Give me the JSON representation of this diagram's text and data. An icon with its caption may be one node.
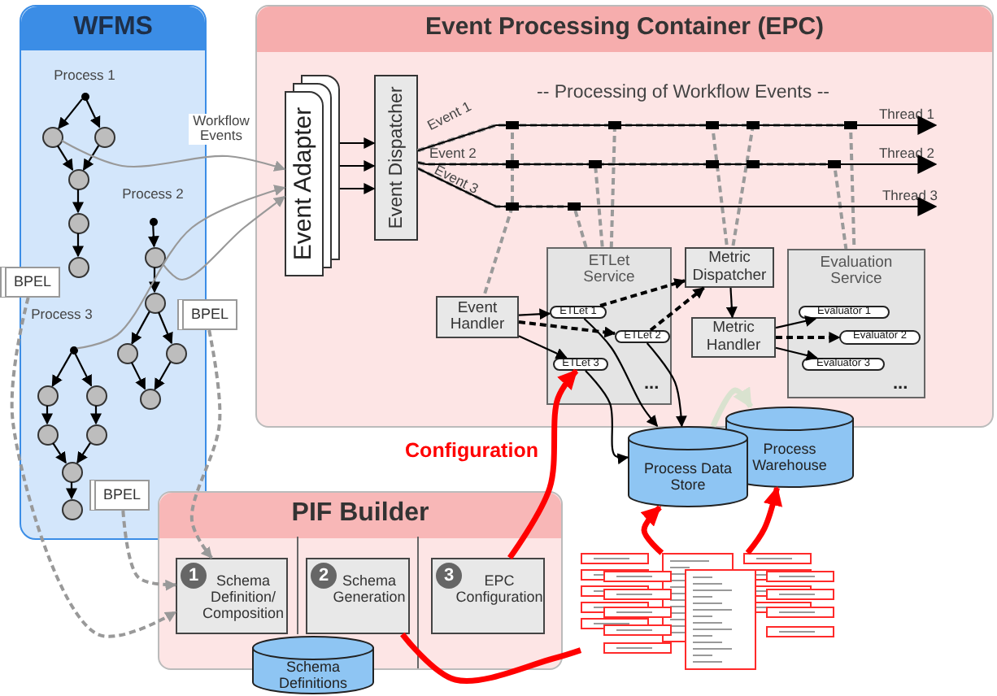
{
  "diagram": {
    "nodes": [
      {
        "text": [
          "WFMS"
        ]
      },
      {
        "text": [],
        "shape": "circle",
        "in": 0
      },
      {
        "text": [],
        "shape": "circle",
        "in": 0
      },
      {
        "text": [],
        "shape": "circle",
        "in": 0
      },
      {
        "text": [],
        "shape": "circle",
        "in": 0
      },
      {
        "text": [],
        "shape": "circle",
        "in": 0
      },
      {
        "text": [],
        "shape": "circle",
        "in": 0
      },
      {
        "text": [],
        "shape": "circle",
        "in": 0
      },
      {
        "text": [],
        "shape": "circle",
        "in": 0
      },
      {
        "text": [],
        "shape": "circle",
        "in": 0
      },
      {
        "text": [],
        "shape": "circle",
        "in": 0
      },
      {
        "text": [],
        "shape": "circle",
        "in": 0
      },
      {
        "text": [],
        "shape": "circle",
        "in": 0
      },
      {
        "text": [],
        "shape": "circle",
        "in": 0
      },
      {
        "text": [],
        "shape": "circle",
        "in": 0
      },
      {
        "text": [],
        "shape": "circle",
        "in": 0
      },
      {
        "text": [],
        "shape": "circle",
        "in": 0
      },
      {
        "text": [],
        "shape": "circle",
        "in": 0
      },
      {
        "text": [],
        "shape": "circle",
        "in": 0
      },
      {
        "text": [],
        "shape": "circle",
        "in": 0
      },
      {
        "text": [
          "BPEL"
        ]
      },
      {
        "text": [
          "BPEL"
        ]
      },
      {
        "text": [
          "BPEL"
        ],
        "in": 0
      },
      {
        "text": [
          "Event Processing Container (EPC)"
        ]
      },
      {
        "text": [
          "Event Adapter"
        ],
        "in": 23
      },
      {
        "text": [
          "Event Dispatcher"
        ],
        "in": 23
      },
      {
        "text": [
          "Event Handler"
        ],
        "in": 23
      },
      {
        "text": [
          "ETLet Service",
          "..."
        ],
        "in": 23
      },
      {
        "text": [
          "ETLet 1"
        ],
        "in": 27
      },
      {
        "text": [
          "ETLet 2"
        ],
        "in": 27
      },
      {
        "text": [
          "ETLet 3"
        ],
        "in": 27
      },
      {
        "text": [
          "Metric Dispatcher"
        ],
        "in": 23
      },
      {
        "text": [
          "Metric Handler"
        ],
        "in": 23
      },
      {
        "text": [
          "Evaluation Service",
          "..."
        ],
        "in": 23
      },
      {
        "text": [
          "Evaluator 1"
        ],
        "in": 33
      },
      {
        "text": [
          "Evaluator 2"
        ],
        "in": 33
      },
      {
        "text": [
          "Evaluator 3"
        ],
        "in": 33
      },
      {
        "text": [
          "Process Data Store"
        ]
      },
      {
        "text": [
          "Process Warehouse"
        ]
      },
      {
        "text": [
          "PIF Builder"
        ]
      },
      {
        "text": [
          "1",
          "Schema Definition/ Composition"
        ],
        "in": 39
      },
      {
        "text": [
          "2",
          "Schema Generation"
        ],
        "in": 39
      },
      {
        "text": [
          "3",
          "EPC Configuration"
        ],
        "in": 39
      },
      {
        "text": [
          "Schema Definitions"
        ]
      },
      {
        "text": [],
        "shape": "picture"
      },
      {
        "text": [
          "Thread 1"
        ],
        "in": 23
      },
      {
        "text": [
          "Thread 2"
        ],
        "in": 23
      },
      {
        "text": [
          "Thread 3"
        ],
        "in": 23
      }
    ],
    "edges": [
      {
        "from": 1,
        "to": 2,
        "arrow": "to"
      },
      {
        "from": 1,
        "to": 3,
        "arrow": "to"
      },
      {
        "from": 2,
        "to": 4,
        "arrow": "to"
      },
      {
        "from": 3,
        "to": 4,
        "arrow": "to"
      },
      {
        "from": 4,
        "to": 5,
        "arrow": "to"
      },
      {
        "from": 5,
        "to": 6,
        "arrow": "to"
      },
      {
        "from": 7,
        "to": 8,
        "arrow": "to"
      },
      {
        "from": 8,
        "to": 9,
        "arrow": "to"
      },
      {
        "from": 9,
        "to": 10,
        "arrow": "to"
      },
      {
        "from": 9,
        "to": 11,
        "arrow": "to"
      },
      {
        "from": 10,
        "to": 12,
        "arrow": "to"
      },
      {
        "from": 11,
        "to": 12,
        "arrow": "to"
      },
      {
        "from": 13,
        "to": 14,
        "arrow": "to"
      },
      {
        "from": 13,
        "to": 15,
        "arrow": "to"
      },
      {
        "from": 14,
        "to": 16,
        "arrow": "to"
      },
      {
        "from": 15,
        "to": 17,
        "arrow": "to"
      },
      {
        "from": 16,
        "to": 18,
        "arrow": "to"
      },
      {
        "from": 17,
        "to": 18,
        "arrow": "to"
      },
      {
        "from": 18,
        "to": 19,
        "arrow": "to"
      },
      {
        "from": 2,
        "to": 24,
        "arrow": "to",
        "label": "Workflow Events",
        "color": "#999999"
      },
      {
        "from": 13,
        "to": 24,
        "arrow": "to",
        "color": "#999999"
      },
      {
        "from": 8,
        "to": 24,
        "arrow": "to",
        "color": "#999999"
      },
      {
        "from": 20,
        "to": 40,
        "arrow": "to",
        "style": "dashed",
        "color": "#999999"
      },
      {
        "from": 21,
        "to": 40,
        "arrow": "to",
        "style": "dashed",
        "color": "#999999"
      },
      {
        "from": 22,
        "to": 40,
        "arrow": "to",
        "style": "dashed",
        "color": "#999999"
      },
      {
        "from": 24,
        "to": 25,
        "arrow": "to"
      },
      {
        "from": 24,
        "to": 25,
        "arrow": "to"
      },
      {
        "from": 24,
        "to": 25,
        "arrow": "to"
      },
      {
        "from": 25,
        "to": 45,
        "arrow": "to",
        "label": "Event 1"
      },
      {
        "from": 25,
        "to": 46,
        "arrow": "to",
        "label": "Event 2"
      },
      {
        "from": 25,
        "to": 47,
        "arrow": "to",
        "label": "Event 3"
      },
      {
        "from": 26,
        "to": 28,
        "arrow": "to"
      },
      {
        "from": 26,
        "to": 29,
        "arrow": "to",
        "style": "dashed"
      },
      {
        "from": 26,
        "to": 30,
        "arrow": "to"
      },
      {
        "from": 28,
        "to": 31,
        "arrow": "to",
        "style": "dashed"
      },
      {
        "from": 29,
        "to": 31,
        "arrow": "to",
        "style": "dashed"
      },
      {
        "from": 31,
        "to": 32,
        "arrow": "to"
      },
      {
        "from": 32,
        "to": 34,
        "arrow": "to"
      },
      {
        "from": 32,
        "to": 35,
        "arrow": "to",
        "style": "dashed"
      },
      {
        "from": 32,
        "to": 36,
        "arrow": "to"
      },
      {
        "from": 28,
        "to": 37,
        "arrow": "to"
      },
      {
        "from": 29,
        "to": 37,
        "arrow": "to"
      },
      {
        "from": 30,
        "to": 37,
        "arrow": "to"
      },
      {
        "from": 37,
        "to": 38,
        "arrow": "to",
        "style": "thick",
        "color": "#d9e2cf"
      },
      {
        "from": 42,
        "to": 30,
        "arrow": "to",
        "label": "Configuration",
        "style": "thick",
        "color": "#ff0000"
      },
      {
        "from": 41,
        "to": 44,
        "arrow": "none",
        "style": "thick",
        "color": "#ff0000"
      },
      {
        "from": 44,
        "to": 37,
        "arrow": "to",
        "style": "thick",
        "color": "#ff0000"
      },
      {
        "from": 44,
        "to": 38,
        "arrow": "to",
        "style": "thick",
        "color": "#ff0000"
      },
      {
        "from": 25,
        "to": 26,
        "arrow": "none",
        "style": "dashed",
        "color": "#9a9a9a"
      },
      {
        "from": 25,
        "to": 27,
        "arrow": "none",
        "style": "dashed",
        "color": "#9a9a9a"
      },
      {
        "from": 25,
        "to": 31,
        "arrow": "none",
        "style": "dashed",
        "color": "#9a9a9a"
      },
      {
        "from": 25,
        "to": 31,
        "arrow": "none",
        "style": "dashed",
        "color": "#9a9a9a"
      },
      {
        "from": 25,
        "to": 33,
        "arrow": "none",
        "style": "dashed",
        "color": "#9a9a9a"
      },
      {
        "from": 25,
        "to": 27,
        "arrow": "none",
        "style": "dashed",
        "color": "#9a9a9a"
      },
      {
        "from": 25,
        "to": 33,
        "arrow": "none",
        "style": "dashed",
        "color": "#9a9a9a"
      },
      {
        "from": 25,
        "to": 27,
        "arrow": "none",
        "style": "dashed",
        "color": "#9a9a9a"
      }
    ],
    "labels": [
      "Process 1",
      "Process 2",
      "Process 3",
      "-- Processing of Workflow Events --"
    ]
  }
}
